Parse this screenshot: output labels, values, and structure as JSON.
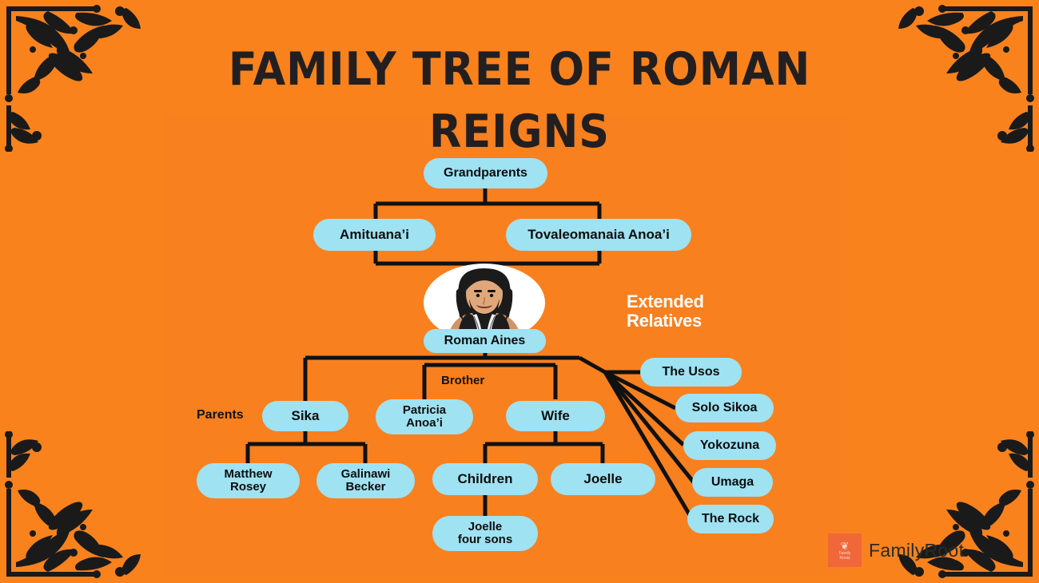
{
  "title": {
    "line1": "FAMILY TREE OF ROMAN",
    "line2": "REIGNS"
  },
  "colors": {
    "background": "#fa821d",
    "panel": "#f9801f",
    "node_fill": "#9fe2f2",
    "node_text": "#0d0d0d",
    "line": "#111111",
    "title_text": "#231f20",
    "extended_heading": "#ffffff",
    "watermark_logo": "#f0673a"
  },
  "nodes": {
    "grandparents": "Grandparents",
    "amituanai": "Amituana’i",
    "tovaleomanaia": "Tovaleomanaia Anoa’i",
    "roman": "Roman Aines",
    "sika": "Sika",
    "patricia": "Patricia\nAnoa’i",
    "wife": "Wife",
    "matthew": "Matthew\nRosey",
    "galinawi": "Galinawi\nBecker",
    "children": "Children",
    "joelle": "Joelle",
    "joelle_four_sons": "Joelle\nfour sons"
  },
  "captions": {
    "parents": "Parents",
    "brother": "Brother",
    "extended_relatives": "Extended\nRelatives"
  },
  "extended_relatives": [
    "The Usos",
    "Solo Sikoa",
    "Yokozuna",
    "Umaga",
    "The Rock"
  ],
  "watermark": {
    "name": "FamilyRoot",
    "logo_glyph": "❦",
    "logo_line1": "Family",
    "logo_line2": "Roots"
  },
  "portrait": {
    "alt": "Illustrated portrait of Roman Reigns with long hair, beard, black tank top and white beaded necklace"
  }
}
